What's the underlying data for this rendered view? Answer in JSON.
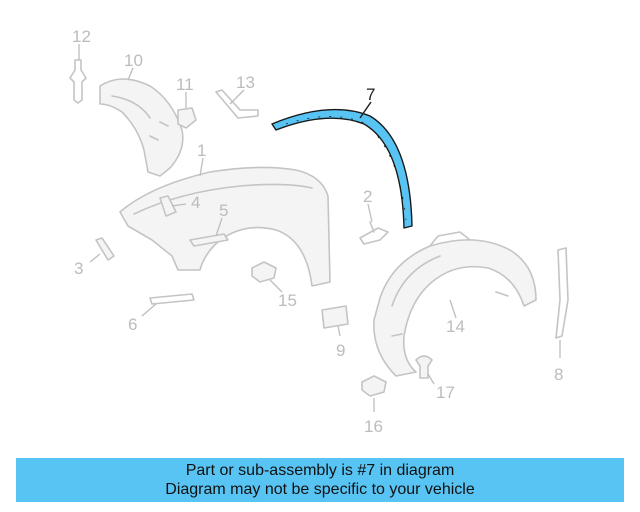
{
  "diagram": {
    "highlight_color": "#58c4f4",
    "callouts": [
      {
        "id": "callout-1",
        "label": "1"
      },
      {
        "id": "callout-2",
        "label": "2"
      },
      {
        "id": "callout-3",
        "label": "3"
      },
      {
        "id": "callout-4",
        "label": "4"
      },
      {
        "id": "callout-5",
        "label": "5"
      },
      {
        "id": "callout-6",
        "label": "6"
      },
      {
        "id": "callout-7",
        "label": "7"
      },
      {
        "id": "callout-8",
        "label": "8"
      },
      {
        "id": "callout-9",
        "label": "9"
      },
      {
        "id": "callout-10",
        "label": "10"
      },
      {
        "id": "callout-11",
        "label": "11"
      },
      {
        "id": "callout-12",
        "label": "12"
      },
      {
        "id": "callout-13",
        "label": "13"
      },
      {
        "id": "callout-14",
        "label": "14"
      },
      {
        "id": "callout-15",
        "label": "15"
      },
      {
        "id": "callout-16",
        "label": "16"
      },
      {
        "id": "callout-17",
        "label": "17"
      }
    ]
  },
  "banner": {
    "background": "#58c4f4",
    "line1": "Part or sub-assembly is #7 in diagram",
    "line2": "Diagram may not be specific to your vehicle"
  }
}
